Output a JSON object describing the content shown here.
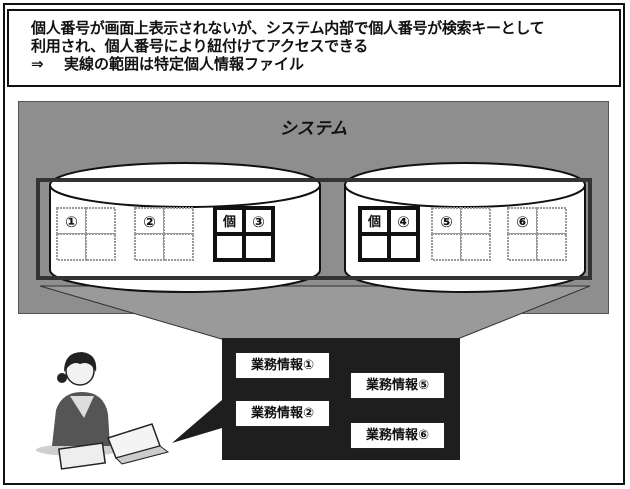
{
  "header": {
    "line1": "個人番号が画面上表示されないが、システム内部で個人番号が検索キーとして",
    "line2": "利用され、個人番号により紐付けてアクセスできる",
    "line3_arrow": "⇒",
    "line3": "実線の範囲は特定個人情報ファイル"
  },
  "system": {
    "label": "システム"
  },
  "database_left": {
    "files": [
      {
        "number": "①",
        "tag": "",
        "solid": false
      },
      {
        "number": "②",
        "tag": "",
        "solid": false
      },
      {
        "number": "③",
        "tag": "個",
        "solid": true
      }
    ]
  },
  "database_right": {
    "files": [
      {
        "number": "④",
        "tag": "個",
        "solid": true
      },
      {
        "number": "⑤",
        "tag": "",
        "solid": false
      },
      {
        "number": "⑥",
        "tag": "",
        "solid": false
      }
    ]
  },
  "screen_panel": {
    "items": [
      "業務情報①",
      "業務情報②",
      "業務情報⑤",
      "業務情報⑥"
    ]
  },
  "colors": {
    "system_bg": "#8e8e8e",
    "panel_bg": "#1e1e1e",
    "dashed_cell": "#9a9a9a",
    "solid_cell": "#111111"
  },
  "icons": {
    "user": "office-worker-with-laptop-icon"
  }
}
